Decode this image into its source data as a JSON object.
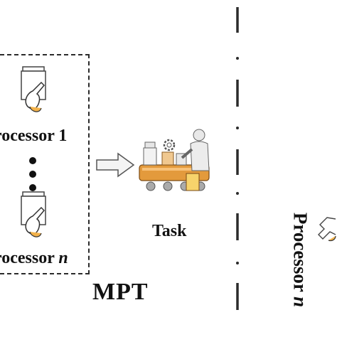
{
  "labels": {
    "processor_1_prefix": "rocessor ",
    "processor_1_num": "1",
    "processor_n_prefix": "rocessor ",
    "processor_n_var": "n",
    "task": "Task",
    "mpt": "MPT",
    "rotated_prefix": "Processor ",
    "rotated_var": "n"
  },
  "icons": {
    "processor_top": "processor-hand-icon",
    "processor_bottom": "processor-hand-icon",
    "processor_right": "processor-hand-icon",
    "task": "factory-worker-conveyor-icon",
    "arrow": "right-arrow-icon"
  },
  "colors": {
    "line": "#2b2b2b",
    "conveyor": "#e39a3c",
    "worker": "#d9d9d9"
  }
}
